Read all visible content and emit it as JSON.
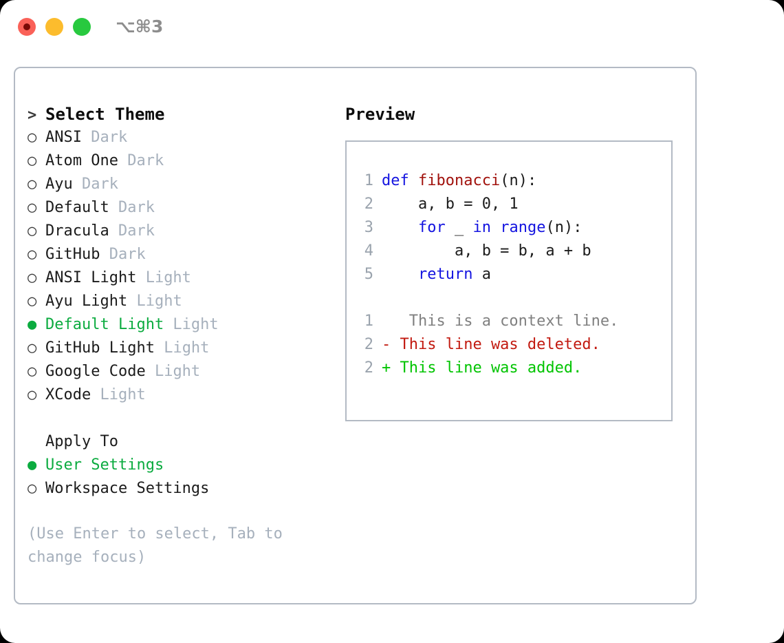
{
  "titlebar": {
    "shortcut": "⌥⌘3",
    "buttons": [
      {
        "name": "close",
        "color": "#FA6158"
      },
      {
        "name": "minimize",
        "color": "#FCBC2D"
      },
      {
        "name": "maximize",
        "color": "#28C93F"
      }
    ]
  },
  "colors": {
    "accent_green": "#0BAB3F",
    "added_green": "#00C400",
    "deleted_red": "#c21a10",
    "keyword_blue": "#1414e0",
    "function_red": "#a1120d",
    "muted_gray": "#a6b0bc",
    "border": "#b3bac4"
  },
  "theme_list": {
    "title": "Select Theme",
    "prompt_marker": ">",
    "marker_unselected": "○",
    "marker_selected": "●",
    "items": [
      {
        "name": "ANSI",
        "tag": "Dark",
        "selected": false
      },
      {
        "name": "Atom One",
        "tag": "Dark",
        "selected": false
      },
      {
        "name": "Ayu",
        "tag": "Dark",
        "selected": false
      },
      {
        "name": "Default",
        "tag": "Dark",
        "selected": false
      },
      {
        "name": "Dracula",
        "tag": "Dark",
        "selected": false
      },
      {
        "name": "GitHub",
        "tag": "Dark",
        "selected": false
      },
      {
        "name": "ANSI Light",
        "tag": "Light",
        "selected": false
      },
      {
        "name": "Ayu Light",
        "tag": "Light",
        "selected": false
      },
      {
        "name": "Default Light",
        "tag": "Light",
        "selected": true
      },
      {
        "name": "GitHub Light",
        "tag": "Light",
        "selected": false
      },
      {
        "name": "Google Code",
        "tag": "Light",
        "selected": false
      },
      {
        "name": "XCode",
        "tag": "Light",
        "selected": false
      }
    ]
  },
  "apply_to": {
    "title": "Apply To",
    "items": [
      {
        "name": "User Settings",
        "selected": true
      },
      {
        "name": "Workspace Settings",
        "selected": false
      }
    ]
  },
  "hint": "(Use Enter to select, Tab to change focus)",
  "preview": {
    "title": "Preview",
    "code_lines": [
      {
        "num": "1",
        "tokens": [
          {
            "t": "def ",
            "c": "kw"
          },
          {
            "t": "fibonacci",
            "c": "fn"
          },
          {
            "t": "(n):",
            "c": "pl"
          }
        ]
      },
      {
        "num": "2",
        "tokens": [
          {
            "t": "    a, b = 0, 1",
            "c": "pl"
          }
        ]
      },
      {
        "num": "3",
        "tokens": [
          {
            "t": "    ",
            "c": "pl"
          },
          {
            "t": "for",
            "c": "kw"
          },
          {
            "t": " _ ",
            "c": "pl"
          },
          {
            "t": "in",
            "c": "kw"
          },
          {
            "t": " ",
            "c": "pl"
          },
          {
            "t": "range",
            "c": "kw"
          },
          {
            "t": "(n):",
            "c": "pl"
          }
        ]
      },
      {
        "num": "4",
        "tokens": [
          {
            "t": "        a, b = b, a + b",
            "c": "pl"
          }
        ]
      },
      {
        "num": "5",
        "tokens": [
          {
            "t": "    ",
            "c": "pl"
          },
          {
            "t": "return",
            "c": "kw"
          },
          {
            "t": " a",
            "c": "pl"
          }
        ]
      }
    ],
    "diff_lines": [
      {
        "num": "1",
        "marker": " ",
        "text": "  This is a context line.",
        "kind": "ctx"
      },
      {
        "num": "2",
        "marker": "-",
        "text": " This line was deleted.",
        "kind": "del"
      },
      {
        "num": "2",
        "marker": "+",
        "text": " This line was added.",
        "kind": "add"
      }
    ]
  }
}
